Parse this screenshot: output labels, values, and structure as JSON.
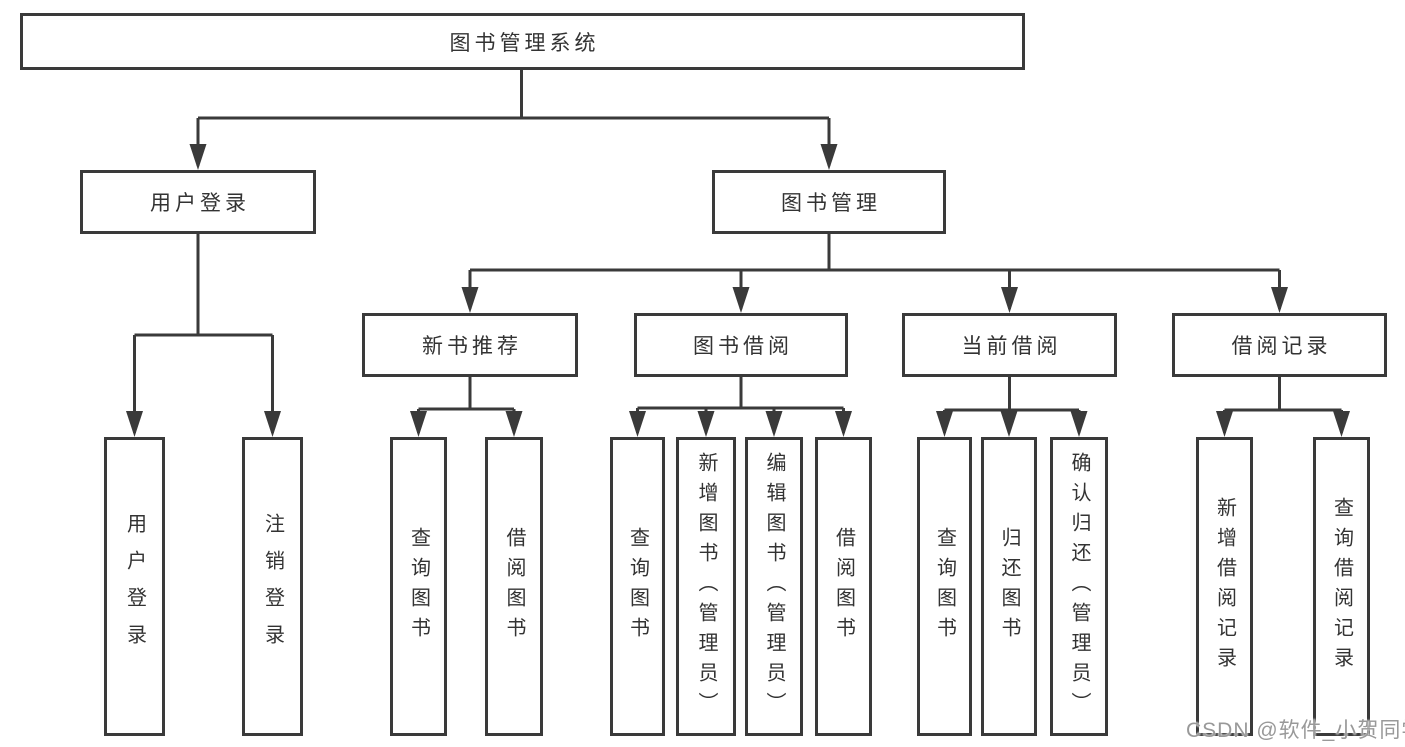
{
  "diagram": {
    "root": {
      "label": "图书管理系统"
    },
    "level2": [
      {
        "label": "用户登录",
        "children": [
          {
            "label": "用户登录"
          },
          {
            "label": "注销登录"
          }
        ]
      },
      {
        "label": "图书管理",
        "children": [
          {
            "label": "新书推荐",
            "children": [
              {
                "label": "查询图书"
              },
              {
                "label": "借阅图书"
              }
            ]
          },
          {
            "label": "图书借阅",
            "children": [
              {
                "label": "查询图书"
              },
              {
                "label": "新增图书（管理员）"
              },
              {
                "label": "编辑图书（管理员）"
              },
              {
                "label": "借阅图书"
              }
            ]
          },
          {
            "label": "当前借阅",
            "children": [
              {
                "label": "查询图书"
              },
              {
                "label": "归还图书"
              },
              {
                "label": "确认归还（管理员）"
              }
            ]
          },
          {
            "label": "借阅记录",
            "children": [
              {
                "label": "新增借阅记录"
              },
              {
                "label": "查询借阅记录"
              }
            ]
          }
        ]
      }
    ]
  },
  "watermark": {
    "text": "CSDN @软件_小贺同学"
  },
  "colors": {
    "line": "#3a3a3a",
    "box_border": "#3a3a3a",
    "box_fill": "#ffffff",
    "text": "#333333",
    "watermark": "#999999",
    "background": "#ffffff"
  }
}
